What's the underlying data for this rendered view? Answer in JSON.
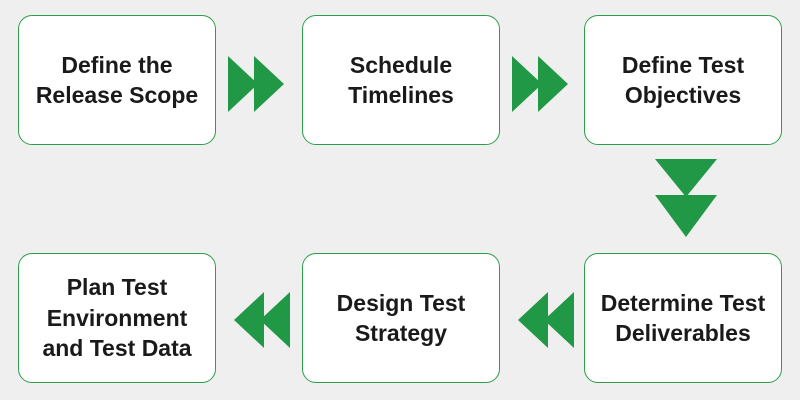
{
  "colors": {
    "background": "#efefef",
    "box_fill": "#ffffff",
    "box_border": "#2e9d4b",
    "arrow": "#209846",
    "text": "#1a1a1a"
  },
  "flow": {
    "steps": [
      {
        "label": "Define the\nRelease Scope"
      },
      {
        "label": "Schedule\nTimelines"
      },
      {
        "label": "Define Test\nObjectives"
      },
      {
        "label": "Determine Test\nDeliverables"
      },
      {
        "label": "Design Test\nStrategy"
      },
      {
        "label": "Plan Test\nEnvironment\nand Test Data"
      }
    ],
    "arrow_icon": "double-chevron-arrow-icon"
  }
}
